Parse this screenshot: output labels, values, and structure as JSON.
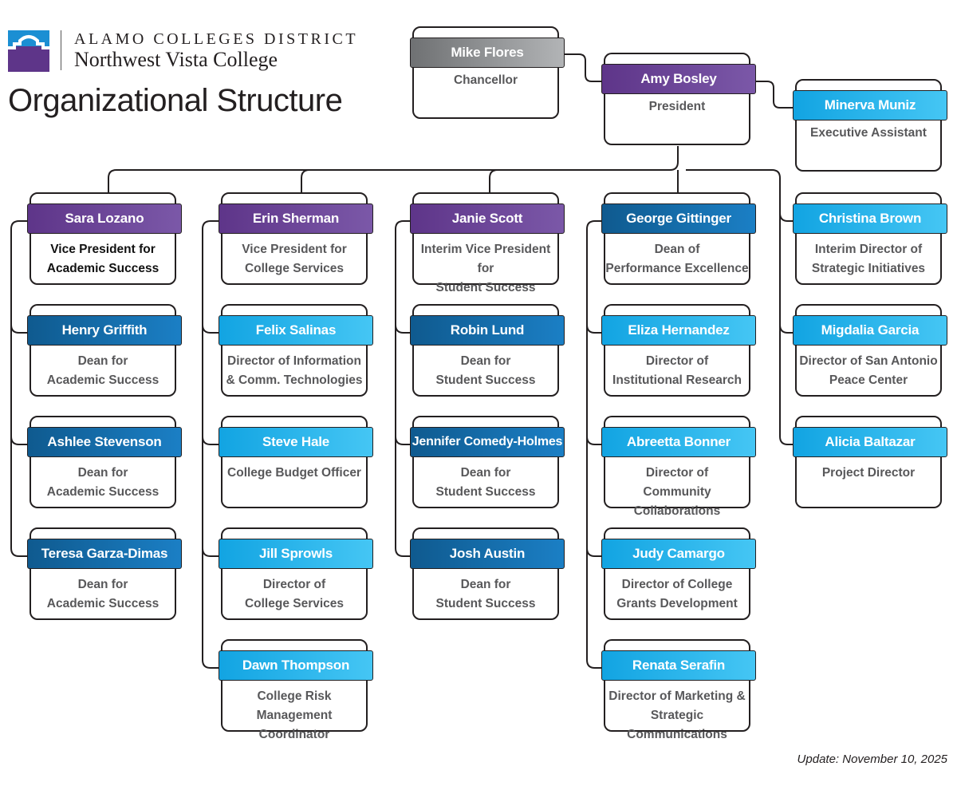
{
  "header": {
    "district": "ALAMO COLLEGES DISTRICT",
    "college": "Northwest Vista College",
    "title": "Organizational Structure"
  },
  "footer": {
    "update": "Update: November 10, 2025"
  },
  "colors": {
    "purple": "#5e3589",
    "navy": "#0f5a8f",
    "sky": "#12a4e2",
    "gray": "#6f7173",
    "line": "#231f20"
  },
  "chancellor": {
    "name": "Mike Flores",
    "role": "Chancellor"
  },
  "president": {
    "name": "Amy Bosley",
    "role": "President"
  },
  "assistant": {
    "name": "Minerva Muniz",
    "role": "Executive Assistant"
  },
  "academic": [
    {
      "name": "Sara Lozano",
      "role": "Vice President for\nAcademic Success"
    },
    {
      "name": "Henry Griffith",
      "role": "Dean for\nAcademic Success"
    },
    {
      "name": "Ashlee Stevenson",
      "role": "Dean for\nAcademic Success"
    },
    {
      "name": "Teresa Garza-Dimas",
      "role": "Dean for\nAcademic Success"
    }
  ],
  "services": [
    {
      "name": "Erin Sherman",
      "role": "Vice President for\nCollege Services"
    },
    {
      "name": "Felix Salinas",
      "role": "Director of Information\n& Comm. Technologies"
    },
    {
      "name": "Steve Hale",
      "role": "College Budget Officer"
    },
    {
      "name": "Jill Sprowls",
      "role": "Director of\nCollege Services"
    },
    {
      "name": "Dawn Thompson",
      "role": "College Risk Management\nCoordinator"
    }
  ],
  "student": [
    {
      "name": "Janie Scott",
      "role": "Interim Vice President for\nStudent Success"
    },
    {
      "name": "Robin Lund",
      "role": "Dean for\nStudent Success"
    },
    {
      "name": "Jennifer Comedy-Holmes",
      "role": "Dean for\nStudent Success"
    },
    {
      "name": "Josh Austin",
      "role": "Dean for\nStudent Success"
    }
  ],
  "performance": [
    {
      "name": "George Gittinger",
      "role": "Dean of\nPerformance Excellence"
    },
    {
      "name": "Eliza Hernandez",
      "role": "Director of\nInstitutional Research"
    },
    {
      "name": "Abreetta Bonner",
      "role": "Director of\nCommunity Collaborations"
    },
    {
      "name": "Judy Camargo",
      "role": "Director of College\nGrants Development"
    },
    {
      "name": "Renata Serafin",
      "role": "Director of Marketing &\nStrategic Communications"
    }
  ],
  "direct": [
    {
      "name": "Christina Brown",
      "role": "Interim Director of\nStrategic Initiatives"
    },
    {
      "name": "Migdalia Garcia",
      "role": "Director of San Antonio\nPeace Center"
    },
    {
      "name": "Alicia Baltazar",
      "role": "Project Director"
    }
  ]
}
